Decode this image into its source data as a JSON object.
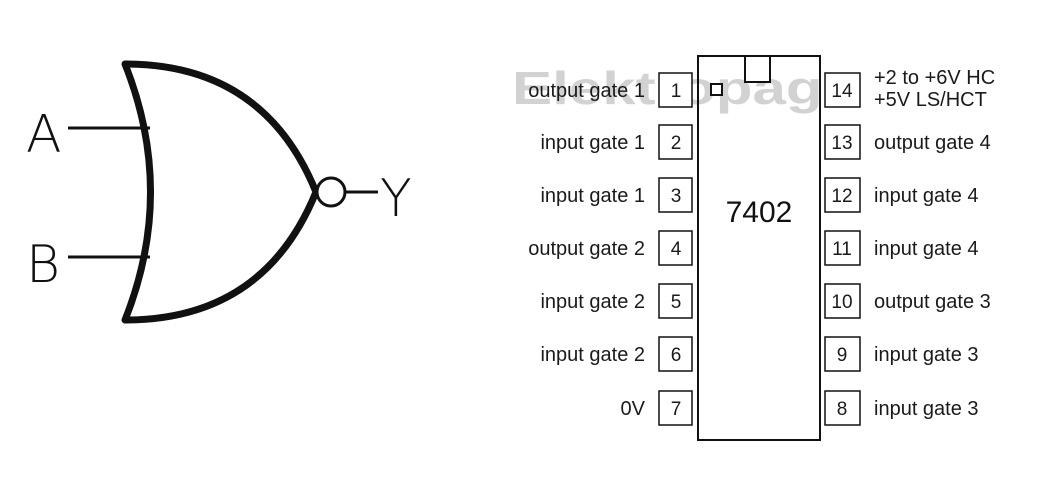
{
  "gate": {
    "input_a": "A",
    "input_b": "B",
    "output": "Y"
  },
  "chip": {
    "name": "7402",
    "watermark": "Elektropage",
    "left_pins": [
      {
        "number": "1",
        "label": "output gate 1"
      },
      {
        "number": "2",
        "label": "input gate 1"
      },
      {
        "number": "3",
        "label": "input gate 1"
      },
      {
        "number": "4",
        "label": "output gate 2"
      },
      {
        "number": "5",
        "label": "input gate 2"
      },
      {
        "number": "6",
        "label": "input gate 2"
      },
      {
        "number": "7",
        "label": "0V"
      }
    ],
    "right_pins": [
      {
        "number": "14",
        "label": "+2 to +6V HC",
        "label2": "+5V LS/HCT"
      },
      {
        "number": "13",
        "label": "output gate 4"
      },
      {
        "number": "12",
        "label": "input gate 4"
      },
      {
        "number": "11",
        "label": "input gate 4"
      },
      {
        "number": "10",
        "label": "output gate 3"
      },
      {
        "number": "9",
        "label": "input gate 3"
      },
      {
        "number": "8",
        "label": "input gate 3"
      }
    ]
  }
}
